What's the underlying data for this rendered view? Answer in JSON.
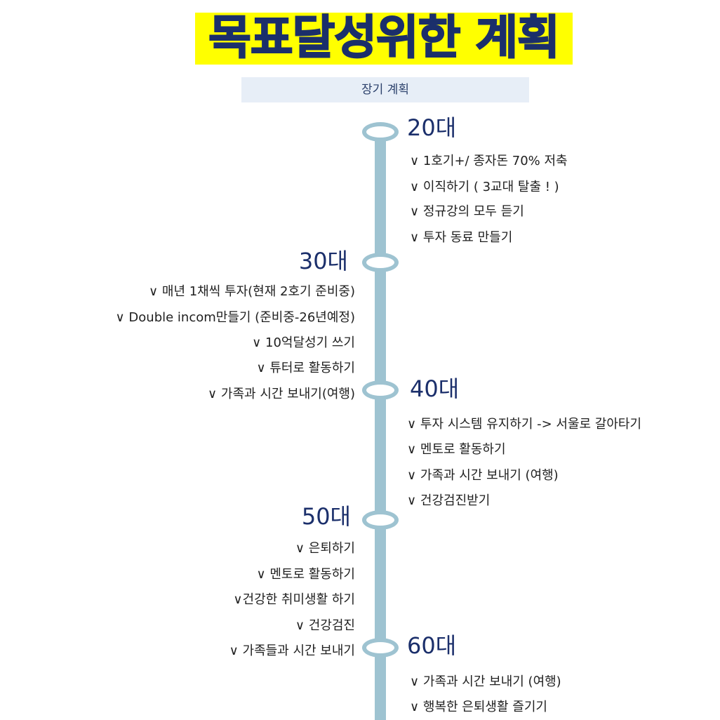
{
  "title": "목표달성위한 계획",
  "subtitle": "장기 계획",
  "sections": [
    {
      "decade": "20대",
      "items": [
        "∨ 1호기+/ 종자돈 70% 저축",
        "∨ 이직하기 ( 3교대 탈출 ! )",
        "∨ 정규강의 모두 듣기",
        "∨ 투자 동료 만들기"
      ]
    },
    {
      "decade": "30대",
      "items": [
        "∨ 매년 1채씩 투자(현재 2호기 준비중)",
        "∨ Double incom만들기 (준비중-26년예정)",
        "∨ 10억달성기 쓰기",
        "∨ 튜터로 활동하기",
        "∨ 가족과 시간 보내기(여행)"
      ]
    },
    {
      "decade": "40대",
      "items": [
        "∨ 투자 시스템 유지하기 -> 서울로 갈아타기",
        "∨ 멘토로 활동하기",
        "∨ 가족과 시간 보내기 (여행)",
        "∨ 건강검진받기"
      ]
    },
    {
      "decade": "50대",
      "items": [
        "∨ 은퇴하기",
        "∨ 멘토로 활동하기",
        "∨건강한 취미생활 하기",
        "∨ 건강검진",
        "∨ 가족들과 시간 보내기"
      ]
    },
    {
      "decade": "60대",
      "items": [
        "∨ 가족과 시간 보내기 (여행)",
        "∨ 행복한 은퇴생활 즐기기"
      ]
    }
  ]
}
